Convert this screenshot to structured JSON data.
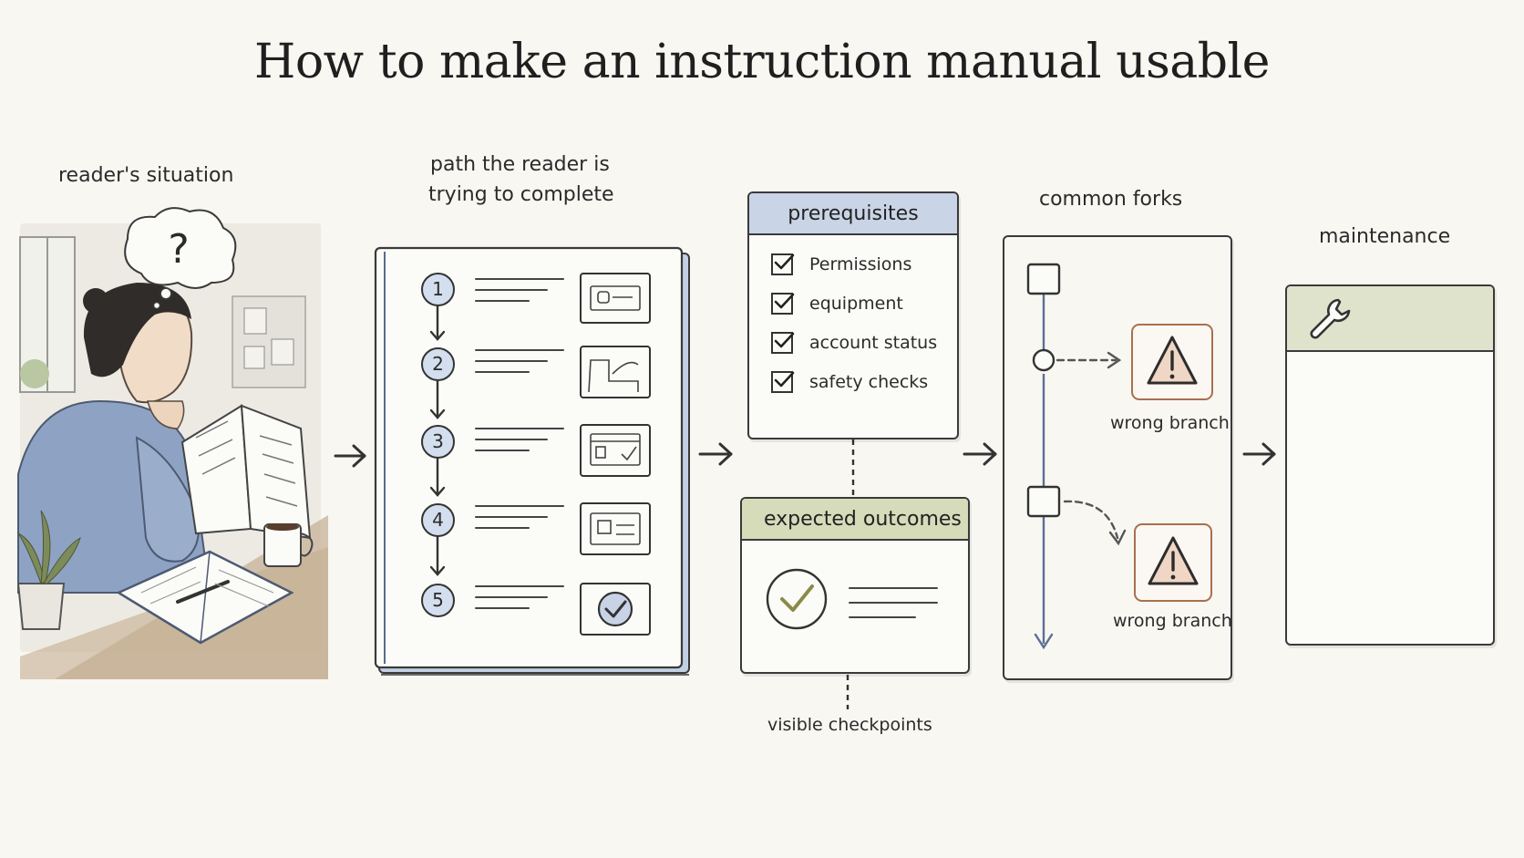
{
  "title": "How to make an instruction manual usable",
  "labels": {
    "reader_situation": "reader's situation",
    "path_line1": "path the reader is",
    "path_line2": "trying to complete",
    "common_forks": "common forks",
    "maintenance": "maintenance",
    "visible_checkpoints": "visible checkpoints",
    "thought_mark": "?"
  },
  "steps": [
    "1",
    "2",
    "3",
    "4",
    "5"
  ],
  "prerequisites": {
    "heading": "prerequisites",
    "items": [
      "Permissions",
      "equipment",
      "account status",
      "safety checks"
    ]
  },
  "expected_outcomes": {
    "heading": "expected outcomes"
  },
  "forks": {
    "branch_labels": [
      "wrong branch",
      "wrong branch"
    ]
  },
  "icons": {
    "arrow": "right-arrow-icon",
    "warning": "warning-icon",
    "wrench": "wrench-icon",
    "calendar": "calendar-icon",
    "check": "checkmark-icon"
  },
  "colors": {
    "background": "#f8f7f2",
    "prereq_header": "#c9d5e6",
    "outcome_header": "#d6dcba",
    "maintenance_header": "#dfe3cc",
    "step_circle": "#d3deee",
    "warning_fill": "#f0d6c4",
    "warning_border": "#a8704d",
    "flow_line": "#5b6f95"
  }
}
